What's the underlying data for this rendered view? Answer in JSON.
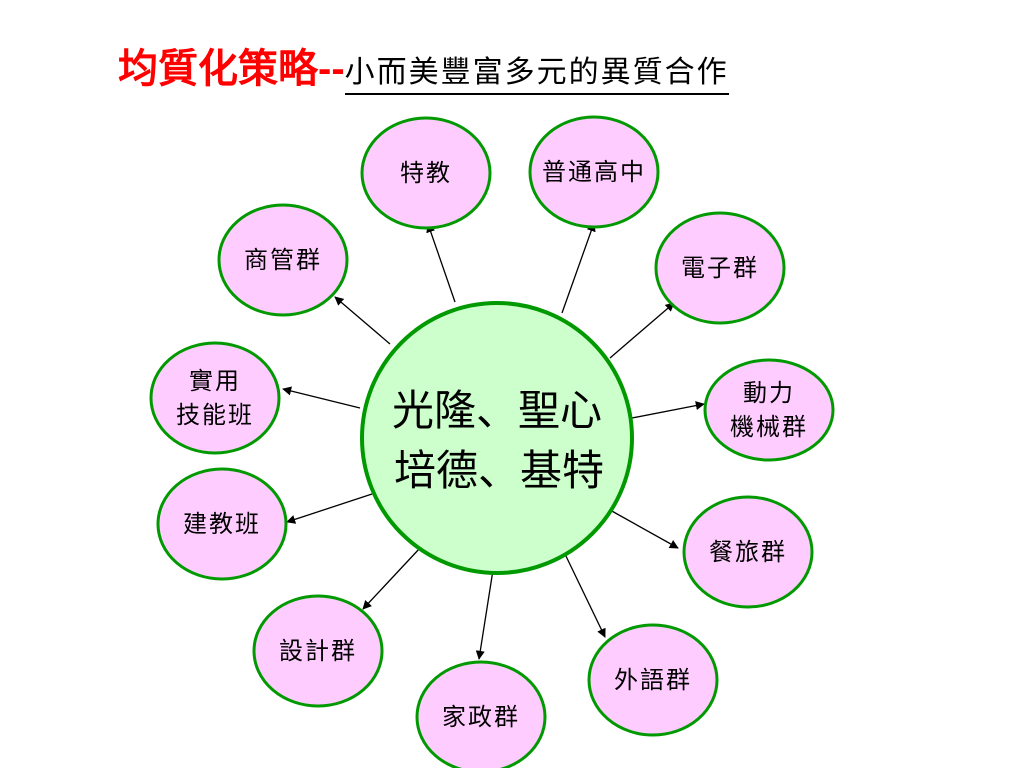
{
  "title": {
    "main": "均質化策略",
    "dash": "--",
    "sub": "小而美豐富多元的異質合作"
  },
  "colors": {
    "title_red": "#ff0000",
    "center_fill": "#ccffcc",
    "node_fill": "#ffccff",
    "node_stroke": "#009900",
    "arrow": "#000000"
  },
  "center": {
    "line1": "光隆、聖心",
    "line2": "培德、基特"
  },
  "nodes": [
    {
      "lines": [
        "特教"
      ]
    },
    {
      "lines": [
        "普通高中"
      ]
    },
    {
      "lines": [
        "電子群"
      ]
    },
    {
      "lines": [
        "動力",
        "機械群"
      ]
    },
    {
      "lines": [
        "餐旅群"
      ]
    },
    {
      "lines": [
        "外語群"
      ]
    },
    {
      "lines": [
        "家政群"
      ]
    },
    {
      "lines": [
        "設計群"
      ]
    },
    {
      "lines": [
        "建教班"
      ]
    },
    {
      "lines": [
        "實用",
        "技能班"
      ]
    },
    {
      "lines": [
        "商管群"
      ]
    }
  ]
}
